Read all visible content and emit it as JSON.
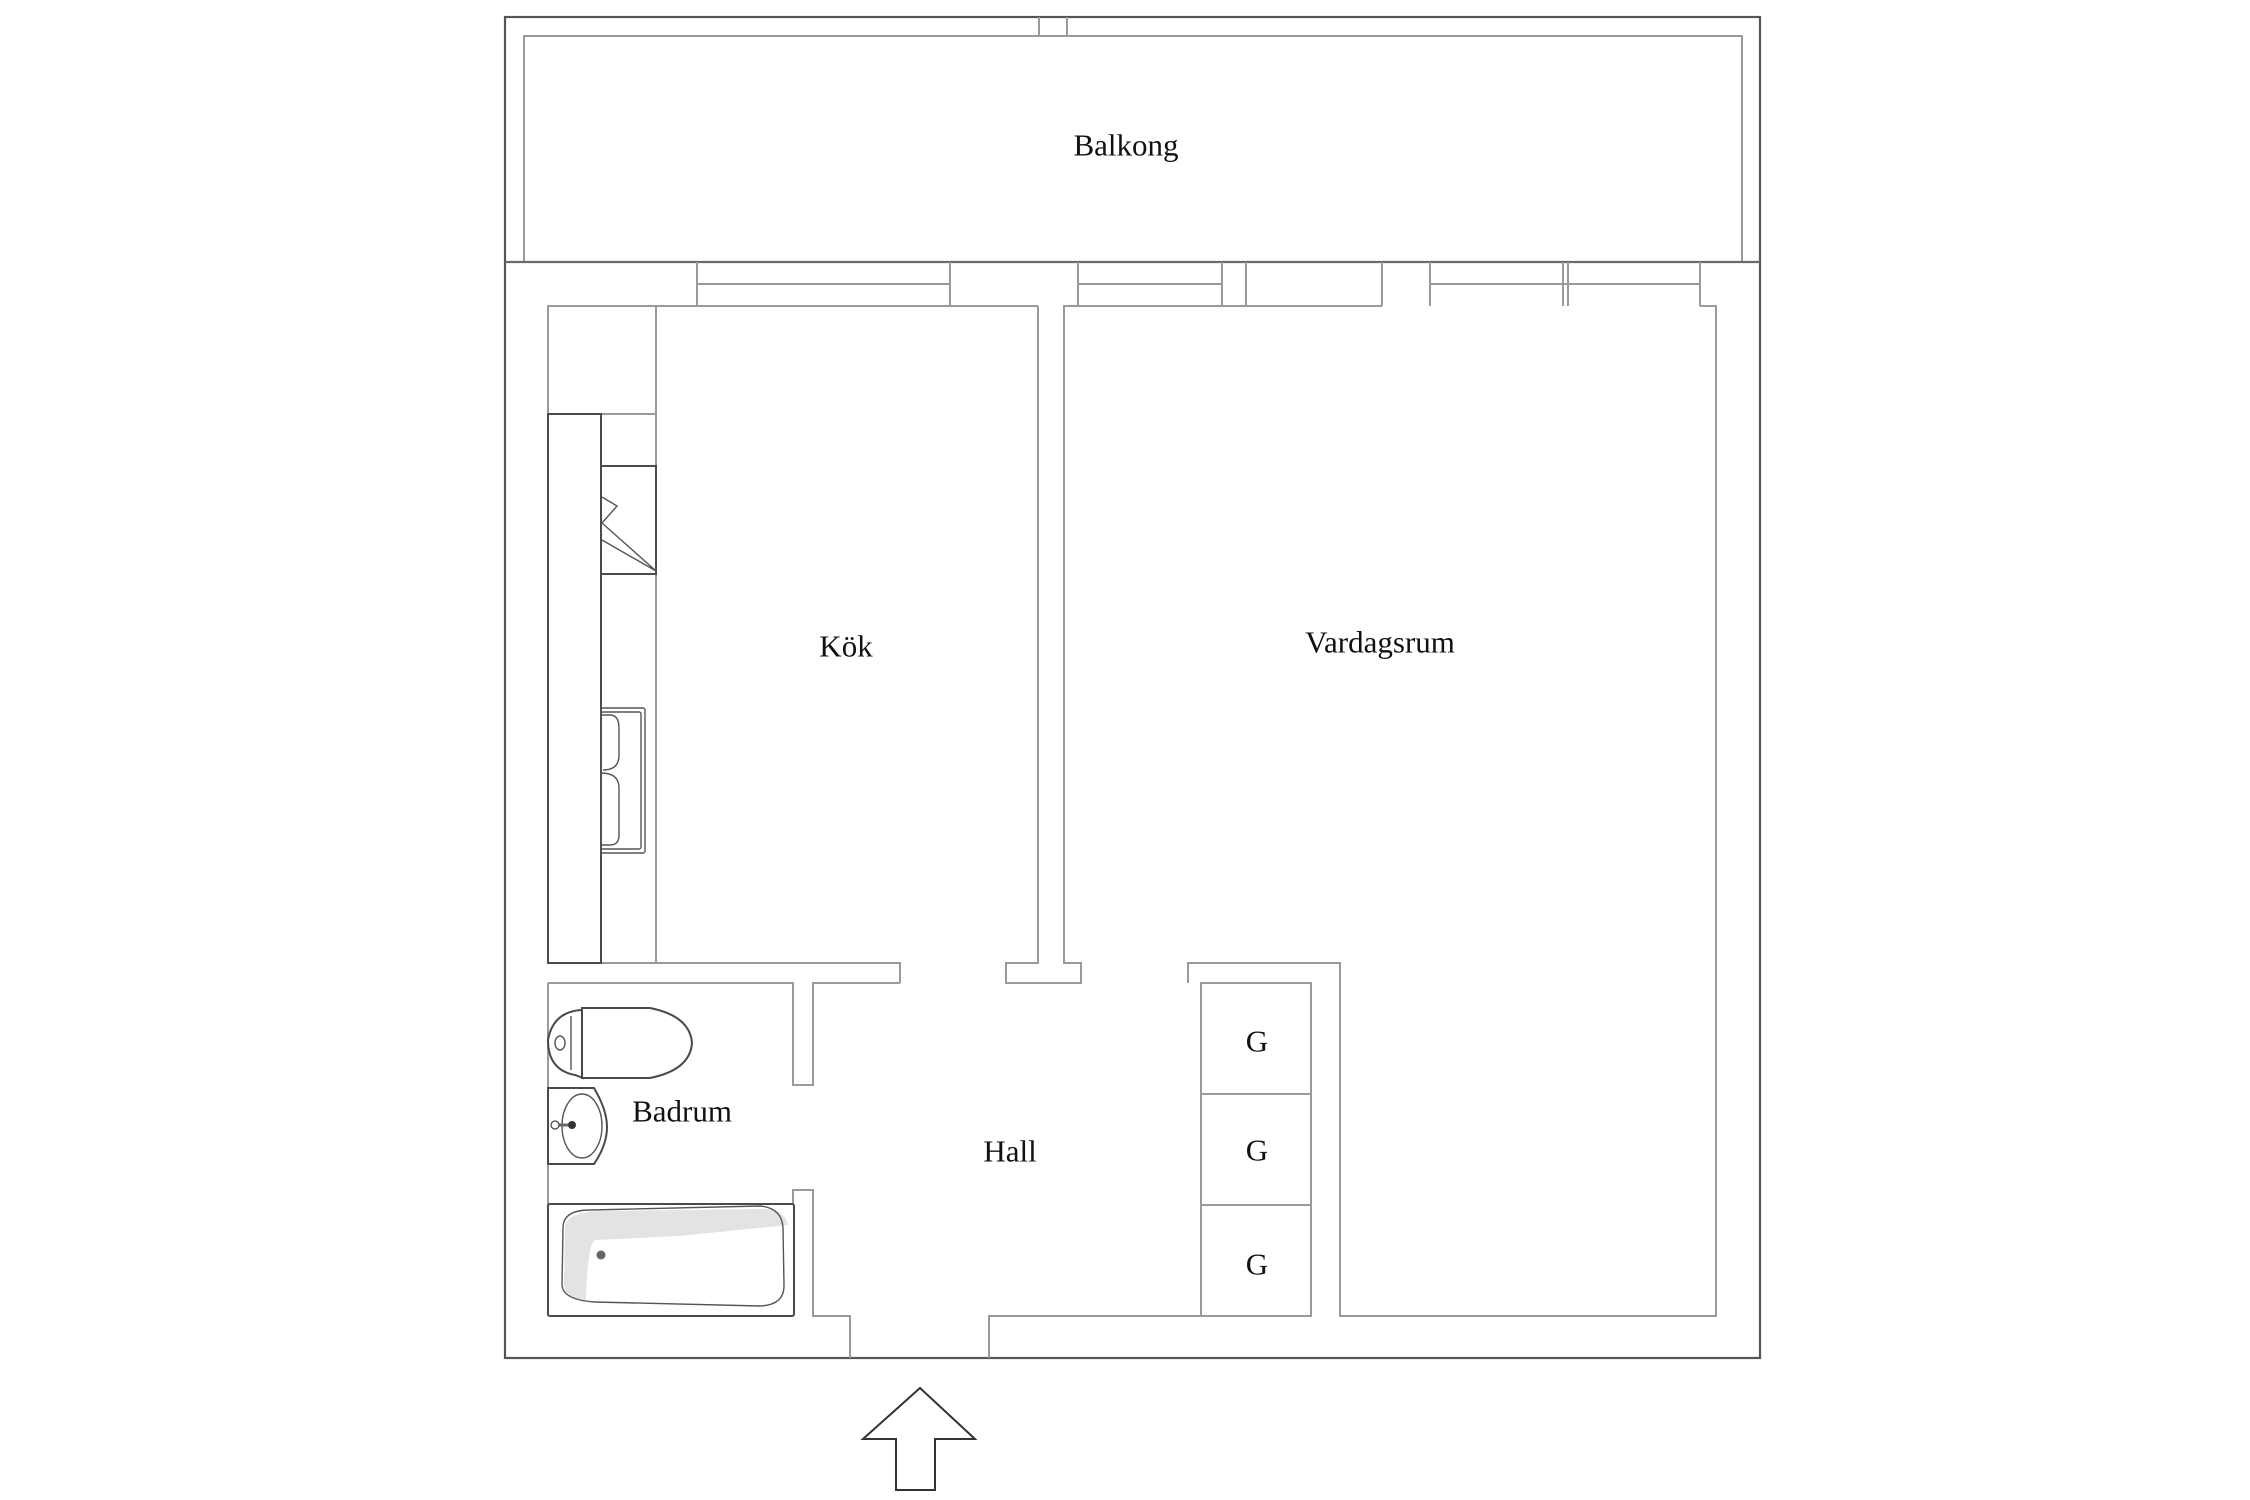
{
  "floorplan": {
    "rooms": [
      {
        "id": "balkong",
        "label": "Balkong"
      },
      {
        "id": "kok",
        "label": "Kök"
      },
      {
        "id": "vardagsrum",
        "label": "Vardagsrum"
      },
      {
        "id": "badrum",
        "label": "Badrum"
      },
      {
        "id": "hall",
        "label": "Hall"
      }
    ],
    "closets": [
      {
        "label": "G"
      },
      {
        "label": "G"
      },
      {
        "label": "G"
      }
    ],
    "entrance": {
      "icon": "entrance-arrow-icon"
    },
    "colors": {
      "background": "#ffffff",
      "outer_wall": "#555555",
      "inner_wall": "#9a9a9a",
      "text": "#111111"
    }
  }
}
